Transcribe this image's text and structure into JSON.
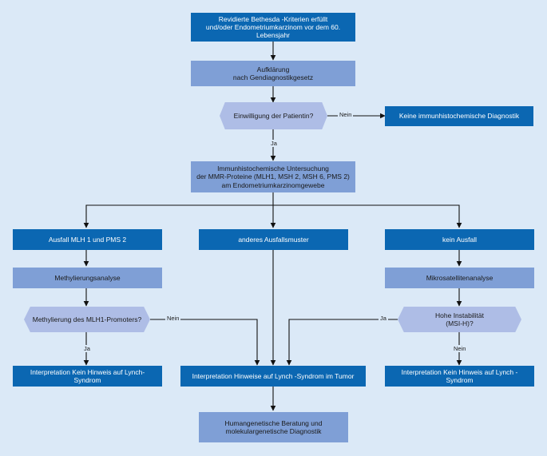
{
  "colors": {
    "background": "#dbe9f7",
    "dark_box": "#0b67b2",
    "mid_box": "#7f9fd6",
    "decision": "#aebde6"
  },
  "nodes": {
    "start": "Revidierte Bethesda -Kriterien erfüllt\nund/oder Endometriumkarzinom vor dem 60.\nLebensjahr",
    "aufklaerung": "Aufklärung\nnach Gendiagnostikgesetz",
    "einwilligung": "Einwilligung der Patientin?",
    "keine_ihc": "Keine immunhistochemische Diagnostik",
    "ihc": "Immunhistochemische Untersuchung\nder MMR-Proteine (MLH1, MSH 2, MSH 6, PMS 2)\nam Endometriumkarzinomgewebe",
    "ausfall_mlh1": "Ausfall MLH 1 und PMS 2",
    "anderes": "anderes Ausfallsmuster",
    "kein_ausfall": "kein Ausfall",
    "methylierungsanalyse": "Methylierungsanalyse",
    "methylierung_frage": "Methylierung des MLH1-Promoters?",
    "mikrosatellit": "Mikrosatellitenanalyse",
    "instabilitaet_frage": "Hohe Instabilität\n(MSI-H)?",
    "interp_left": "Interpretation Kein Hinweis auf Lynch- Syndrom",
    "interp_center": "Interpretation Hinweise auf Lynch -Syndrom im Tumor",
    "interp_right": "Interpretation Kein Hinweis auf Lynch -Syndrom",
    "beratung": "Humangenetische Beratung und\nmolekulargenetische Diagnostik"
  },
  "edge_labels": {
    "einwilligung_nein": "Nein",
    "einwilligung_ja": "Ja",
    "methylierung_nein": "Nein",
    "methylierung_ja": "Ja",
    "instabilitaet_ja": "Ja",
    "instabilitaet_nein": "Nein"
  }
}
